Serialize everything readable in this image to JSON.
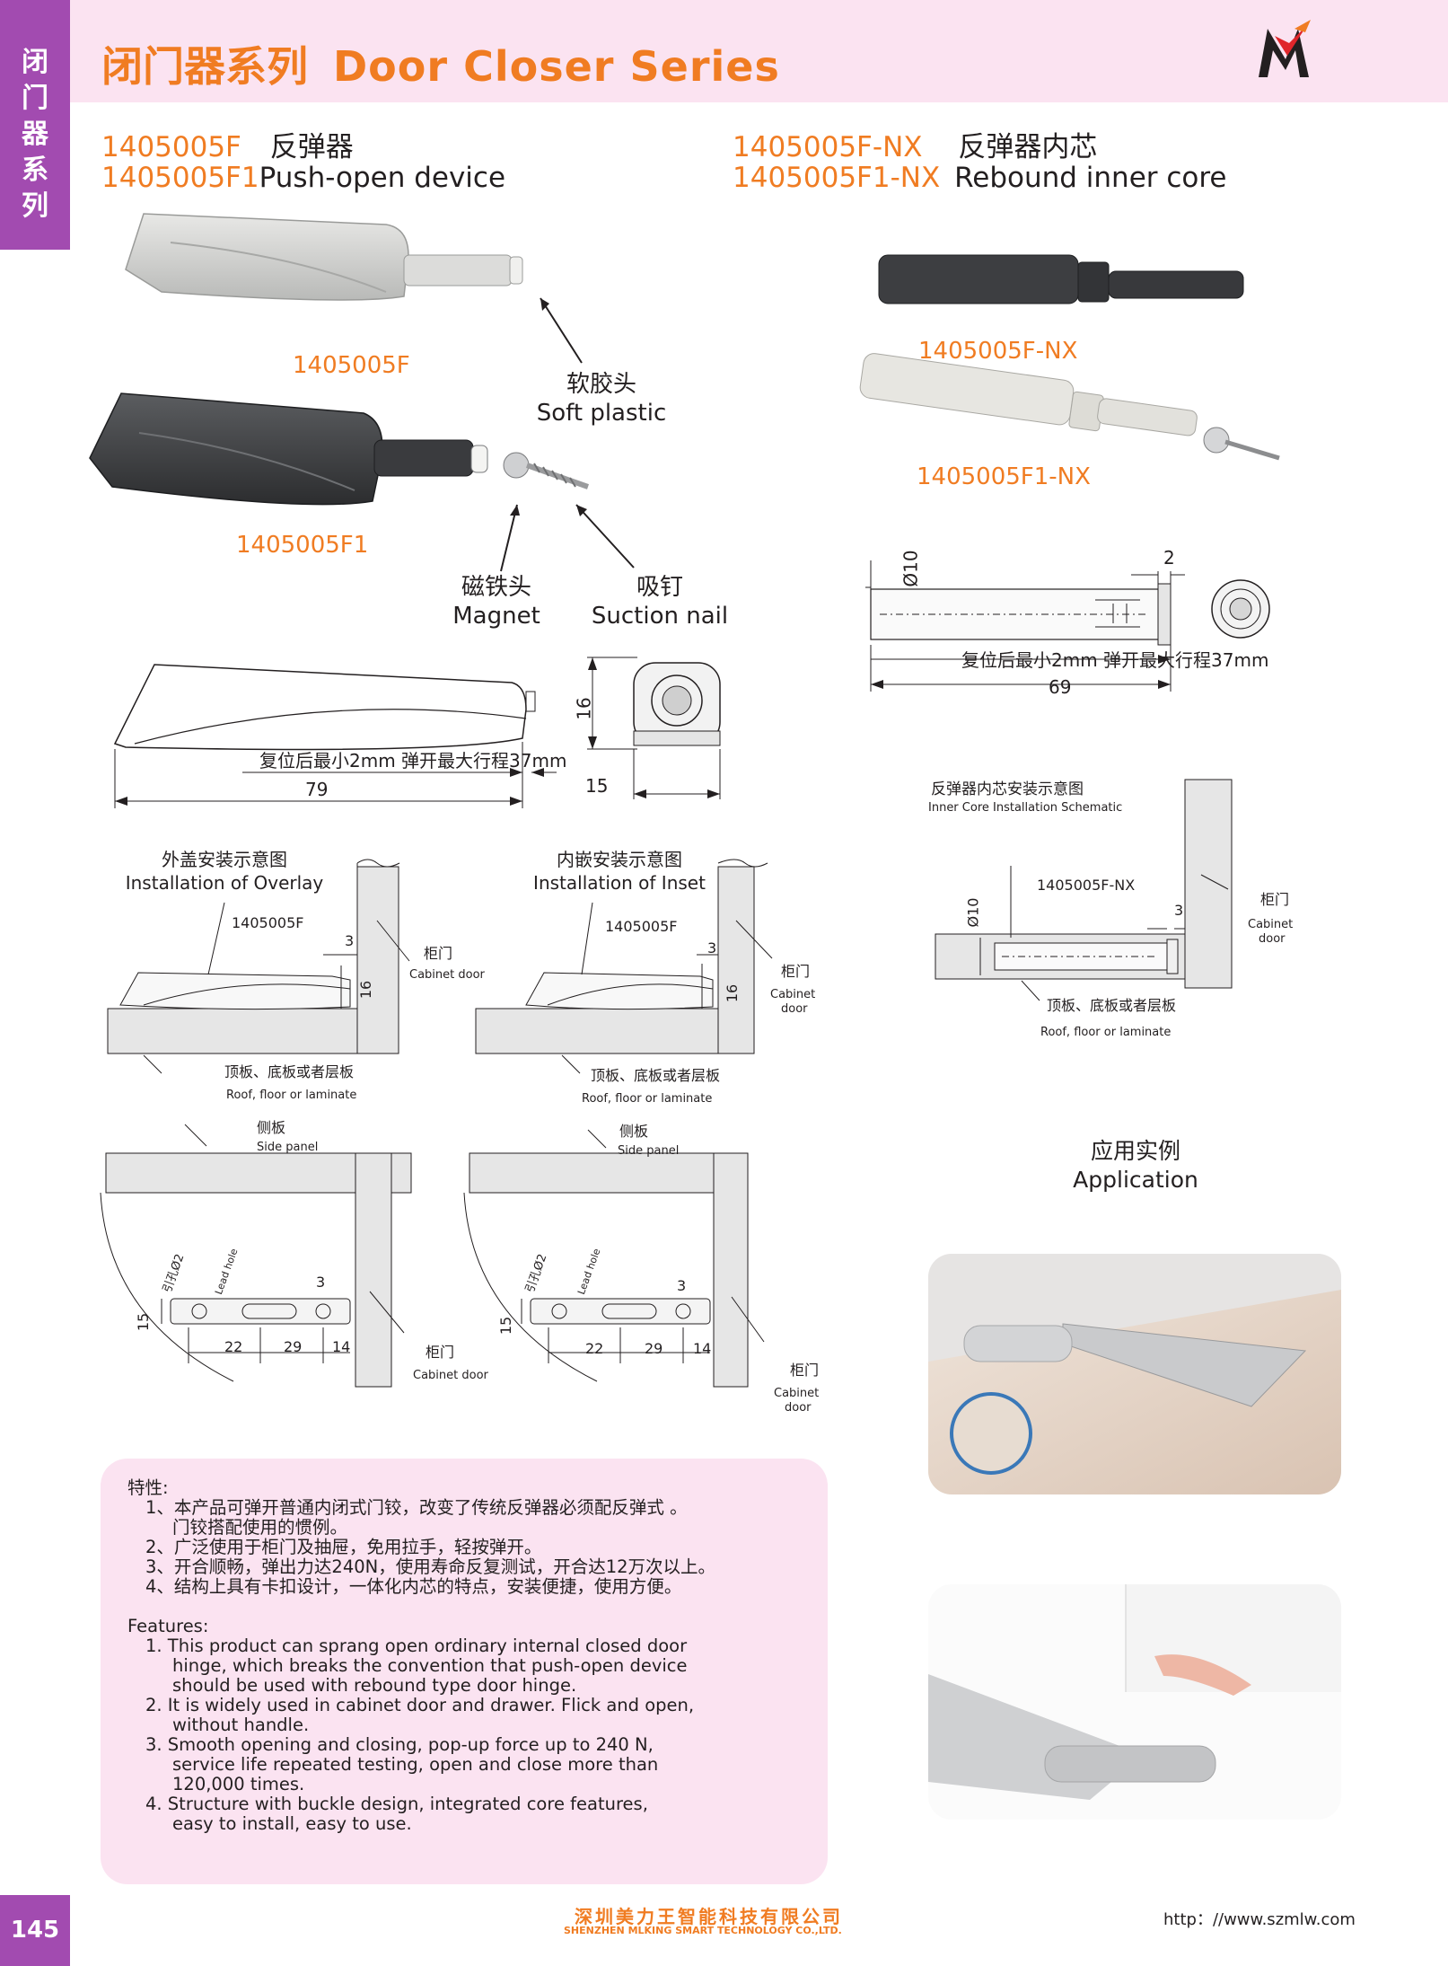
{
  "header": {
    "side_tab_chars": [
      "闭",
      "门",
      "器",
      "系",
      "列"
    ],
    "title_cn": "闭门器系列",
    "title_en": "Door Closer Series"
  },
  "left_product": {
    "code_1": "1405005F",
    "name_cn": "反弹器",
    "code_2": "1405005F1",
    "name_en": "Push-open  device",
    "label_top": "1405005F",
    "label_bottom": "1405005F1",
    "soft_plastic_cn": "软胶头",
    "soft_plastic_en": "Soft plastic",
    "magnet_cn": "磁铁头",
    "magnet_en": "Magnet",
    "nail_cn": "吸钉",
    "nail_en": "Suction nail"
  },
  "right_product": {
    "code_1": "1405005F-NX",
    "name_cn": "反弹器内芯",
    "code_2": "1405005F1-NX",
    "name_en": "Rebound inner core",
    "label_top": "1405005F-NX",
    "label_bottom": "1405005F1-NX"
  },
  "drawings": {
    "stroke_note": "复位后最小2mm 弹开最大行程37mm",
    "body_len": "79",
    "height": "16",
    "width": "15",
    "core_len": "69",
    "core_dia": "Ø10",
    "core_gap": "2"
  },
  "overlay": {
    "title_cn": "外盖安装示意图",
    "title_en": "Installation of Overlay",
    "model": "1405005F",
    "gap": "3",
    "height": "16",
    "door_cn": "柜门",
    "door_en": "Cabinet door",
    "floor_cn": "顶板、底板或者层板",
    "floor_en": "Roof, floor or laminate",
    "side_cn": "侧板",
    "side_en": "Side panel",
    "lead_hole_cn": "引孔Ø2",
    "lead_hole_en": "Lead hole",
    "dim_3": "3",
    "dim_15": "15",
    "dim_22": "22",
    "dim_29": "29",
    "dim_14": "14"
  },
  "inset": {
    "title_cn": "内嵌安装示意图",
    "title_en": "Installation of Inset",
    "model": "1405005F",
    "gap": "3",
    "height": "16",
    "door_cn": "柜门",
    "door_en_1": "Cabinet",
    "door_en_2": "door",
    "floor_cn": "顶板、底板或者层板",
    "floor_en": "Roof, floor or laminate",
    "side_cn": "侧板",
    "side_en": "Side panel",
    "lead_hole_cn": "引孔Ø2",
    "lead_hole_en": "Lead hole",
    "dim_3": "3",
    "dim_15": "15",
    "dim_22": "22",
    "dim_29": "29",
    "dim_14": "14"
  },
  "inner_core_install": {
    "title_cn": "反弹器内芯安装示意图",
    "title_en": "Inner Core Installation Schematic",
    "model": "1405005F-NX",
    "dia": "Ø10",
    "gap": "3",
    "door_cn": "柜门",
    "door_en_1": "Cabinet",
    "door_en_2": "door",
    "floor_cn": "顶板、底板或者层板",
    "floor_en": "Roof, floor or laminate"
  },
  "application": {
    "title_cn": "应用实例",
    "title_en": "Application"
  },
  "features": {
    "cn_title": "特性:",
    "cn": [
      "1、本产品可弹开普通内闭式门铰，改变了传统反弹器必须配反弹式 。",
      "门铰搭配使用的惯例。",
      "2、广泛使用于柜门及抽屉，免用拉手，轻按弹开。",
      "3、开合顺畅，弹出力达240N，使用寿命反复测试，开合达12万次以上。",
      "4、结构上具有卡扣设计，一体化内芯的特点，安装便捷，使用方便。"
    ],
    "en_title": "Features:",
    "en": [
      "1. This product can sprang open ordinary internal closed door",
      "hinge, which breaks the convention that push-open device",
      "should be  used  with rebound type door hinge.",
      "2. It is widely used in cabinet door and drawer. Flick and open,",
      "without handle.",
      "3. Smooth opening and closing, pop-up force up to 240 N,",
      "service life repeated testing, open and close more than",
      "120,000 times.",
      "4. Structure with buckle design, integrated core features,",
      "easy to install, easy to use."
    ]
  },
  "footer": {
    "page": "145",
    "company_cn": "深圳美力王智能科技有限公司",
    "company_en": "SHENZHEN MLKING SMART TECHNOLOGY CO.,LTD.",
    "url": "http：//www.szmlw.com"
  }
}
